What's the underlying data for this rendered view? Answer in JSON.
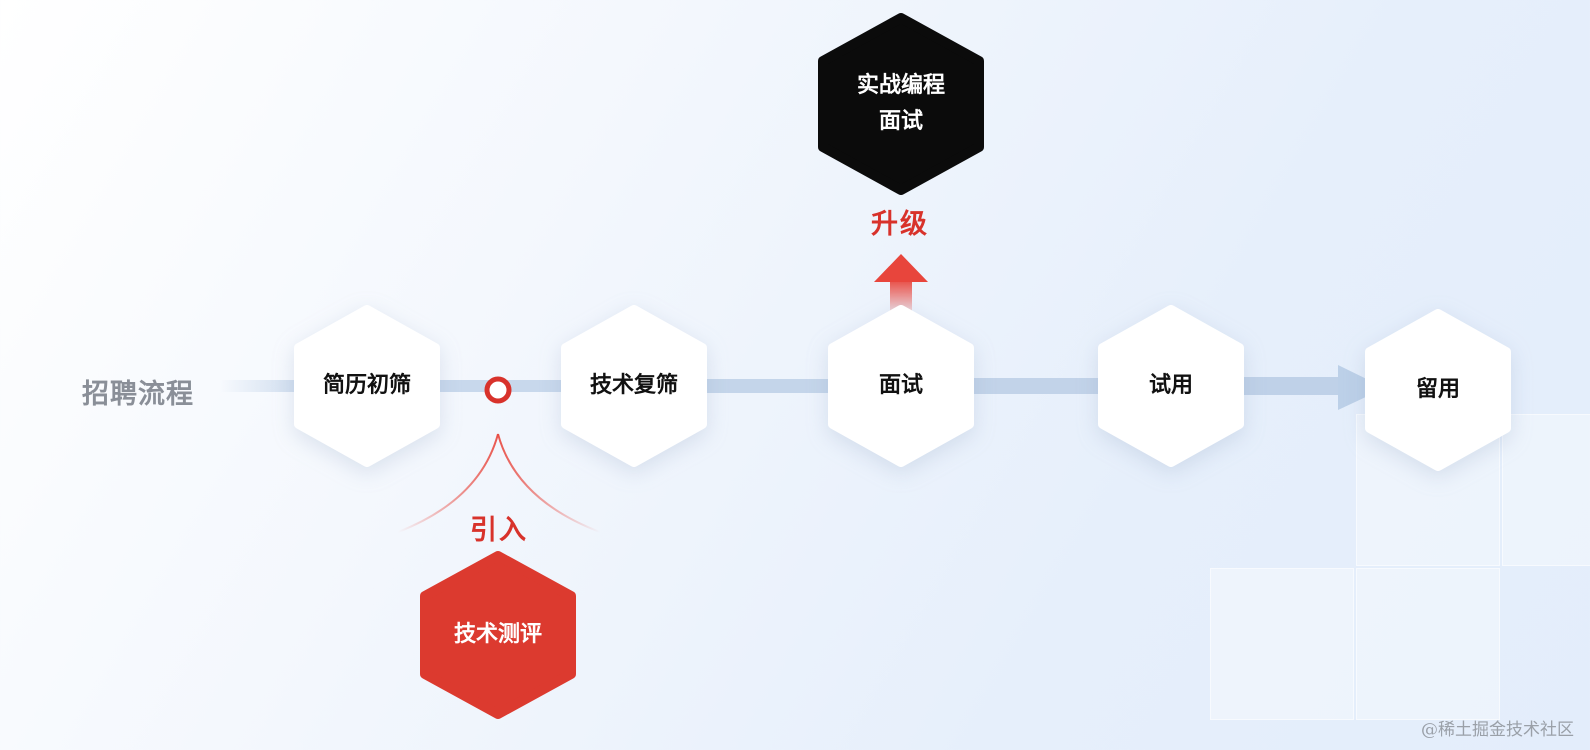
{
  "flow_label": "招聘流程",
  "stages": {
    "resume": "简历初筛",
    "tech_review": "技术复筛",
    "interview": "面试",
    "trial": "试用",
    "retention": "留用"
  },
  "upgrade": {
    "label": "升级",
    "node_line1": "实战编程",
    "node_line2": "面试"
  },
  "introduce": {
    "label": "引入",
    "node": "技术测评"
  },
  "watermark": "@稀土掘金技术社区",
  "colors": {
    "accent_red": "#d8322b",
    "node_black": "#0b0b0b",
    "node_white": "#ffffff",
    "line_blue": "#c4d5ea",
    "label_gray": "#8a8f98"
  }
}
